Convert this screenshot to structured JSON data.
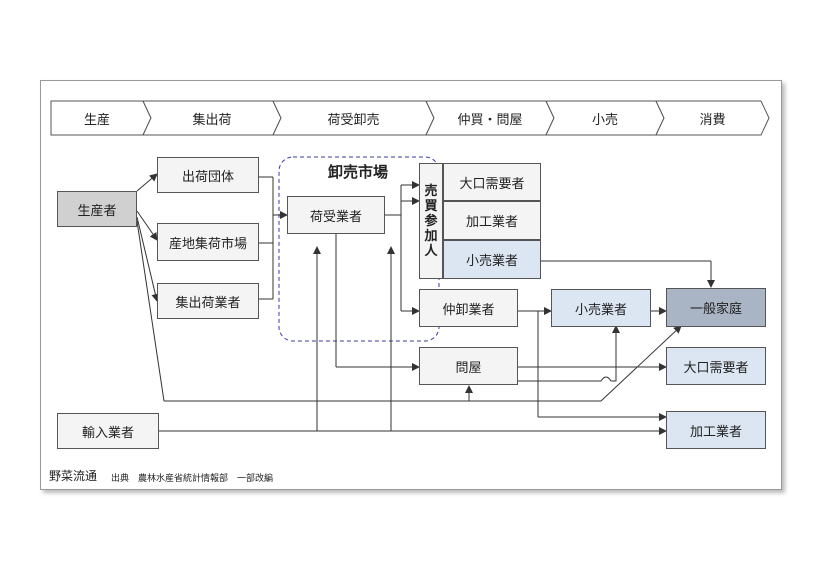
{
  "stages": [
    "生産",
    "集出荷",
    "荷受卸売",
    "仲買・問屋",
    "小売",
    "消費"
  ],
  "nodes": {
    "producer": "生産者",
    "shipping_group": "出荷団体",
    "local_market": "産地集荷市場",
    "collector": "集出荷業者",
    "importer": "輸入業者",
    "market_title": "卸売市場",
    "receiver": "荷受業者",
    "participant": "売買参加人",
    "bulk_buyer": "大口需要者",
    "processor": "加工業者",
    "retailer_participant": "小売業者",
    "middle_wholesaler": "仲卸業者",
    "retailer": "小売業者",
    "household": "一般家庭",
    "wholesaler": "問屋",
    "bulk_buyer_2": "大口需要者",
    "processor_2": "加工業者"
  },
  "footer": {
    "title": "野菜流通",
    "source": "出典　農林水産省統計情報部　一部改編"
  }
}
